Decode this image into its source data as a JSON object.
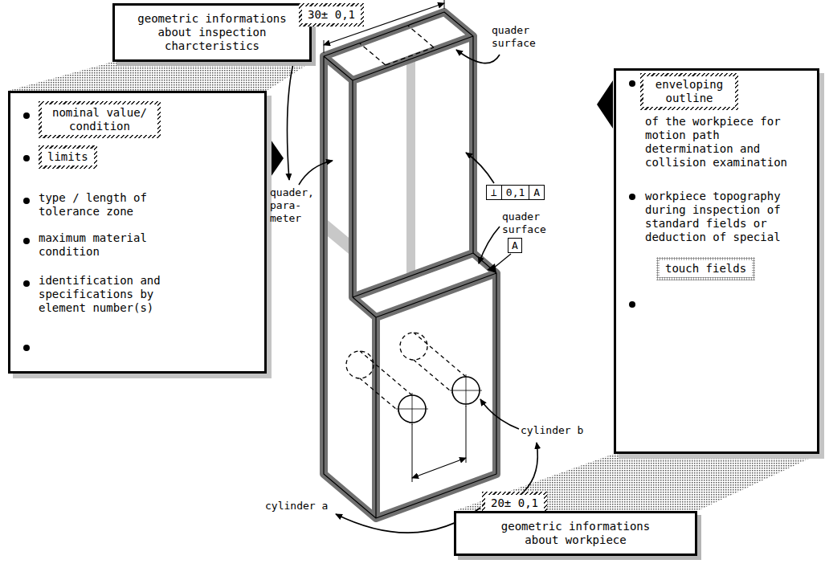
{
  "diagram": {
    "nodes": [
      {
        "text": [
          "geometric informations about inspection charcteristics"
        ]
      },
      {
        "text": [
          "type / length of tolerance zone",
          "maximum material condition",
          "identification and specifications by element number(s)"
        ]
      },
      {
        "text": [
          "nominal value/ condition"
        ],
        "in": 1
      },
      {
        "text": [
          "limits"
        ],
        "in": 1
      },
      {
        "text": [
          "30± 0,1"
        ]
      },
      {
        "text": [
          "⊥",
          "0,1",
          "A"
        ]
      },
      {
        "text": [
          "A"
        ]
      },
      {
        "text": [
          "of the workpiece for motion path determination and collision examination",
          "workpiece topography during inspection of standard fields or deduction of special"
        ]
      },
      {
        "text": [
          "enveloping outline"
        ],
        "in": 7
      },
      {
        "text": [
          "touch fields"
        ],
        "in": 7
      },
      {
        "text": [
          "20± 0,1"
        ]
      },
      {
        "text": [
          "geometric informations about workpiece"
        ]
      }
    ],
    "edges": [
      {
        "from": 0,
        "to": 1,
        "arrow": "none"
      },
      {
        "from": 11,
        "to": 7,
        "arrow": "none"
      }
    ],
    "labels": [
      "quader, para- meter",
      "quader surface",
      "quader surface",
      "cylinder a",
      "cylinder b"
    ]
  }
}
